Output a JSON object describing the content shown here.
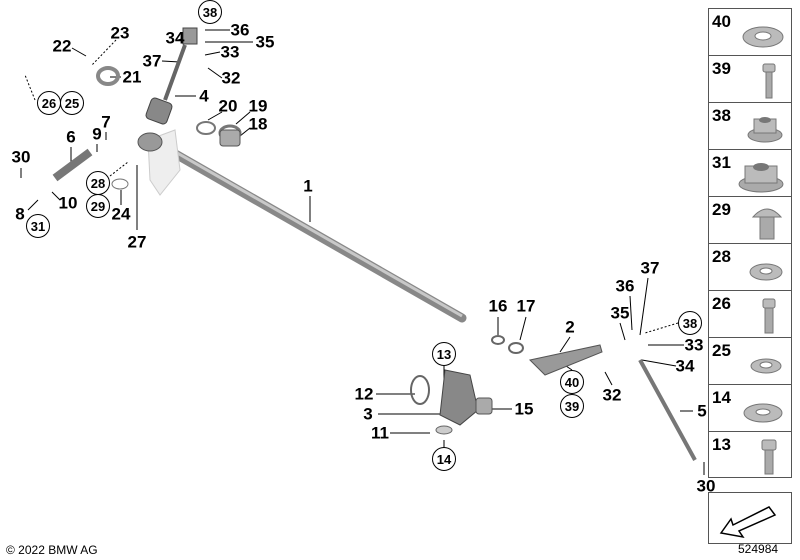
{
  "callouts": [
    "1",
    "2",
    "3",
    "4",
    "5",
    "6",
    "7",
    "8",
    "9",
    "10",
    "11",
    "12",
    "15",
    "16",
    "17",
    "18",
    "19",
    "20",
    "21",
    "22",
    "23",
    "24",
    "27",
    "30",
    "30",
    "32",
    "32",
    "33",
    "33",
    "34",
    "34",
    "35",
    "35",
    "36",
    "36",
    "37",
    "37"
  ],
  "circled": [
    "38",
    "26",
    "25",
    "28",
    "29",
    "31",
    "13",
    "40",
    "39",
    "38",
    "14"
  ],
  "panel": [
    "40",
    "39",
    "38",
    "31",
    "29",
    "28",
    "26",
    "25",
    "14",
    "13"
  ],
  "footer": {
    "copyright": "© 2022 BMW AG",
    "diagram_number": "524984"
  }
}
